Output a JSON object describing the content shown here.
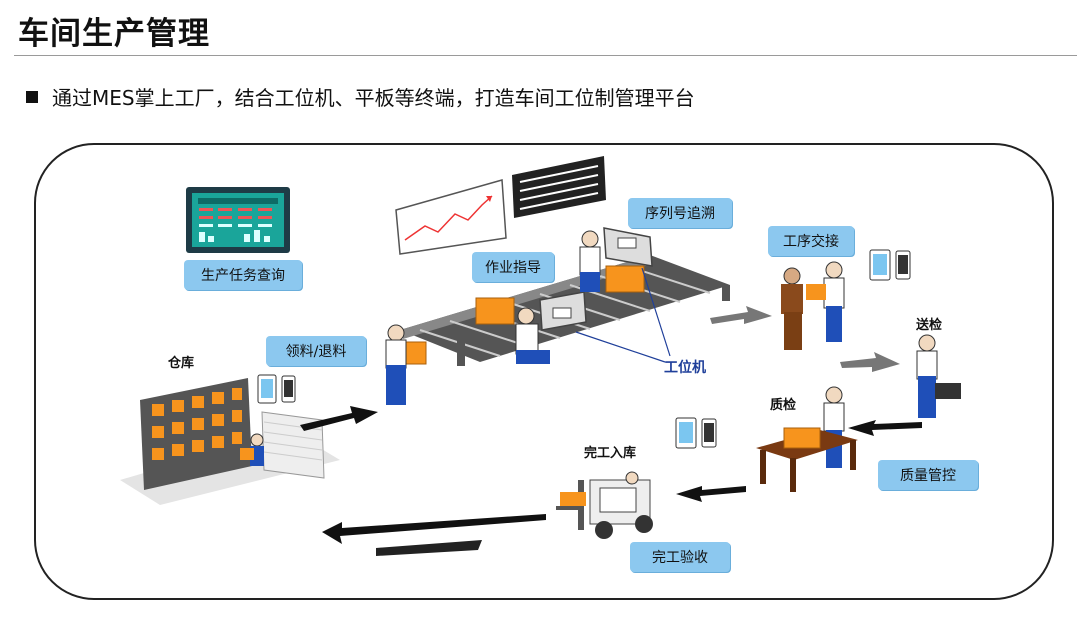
{
  "slide": {
    "title": "车间生产管理",
    "bullet": "通过MES掌上工厂，结合工位机、平板等终端，打造车间工位制管理平台"
  },
  "diagram": {
    "tags": {
      "task_query": "生产任务查询",
      "work_guide": "作业指导",
      "serial_trace": "序列号追溯",
      "handover": "工序交接",
      "material": "领料/退料",
      "quality_ctrl": "质量管控",
      "finish_check": "完工验收"
    },
    "labels": {
      "warehouse": "仓库",
      "send_check": "送检",
      "quality_check": "质检",
      "finish_store": "完工入库",
      "workstation": "工位机"
    }
  },
  "colors": {
    "tag_bg": "#8cc8ef",
    "box": "#f7941d",
    "worker_blue": "#1f4fb8",
    "arrow": "#111111",
    "station_label": "#1f3f9a"
  }
}
